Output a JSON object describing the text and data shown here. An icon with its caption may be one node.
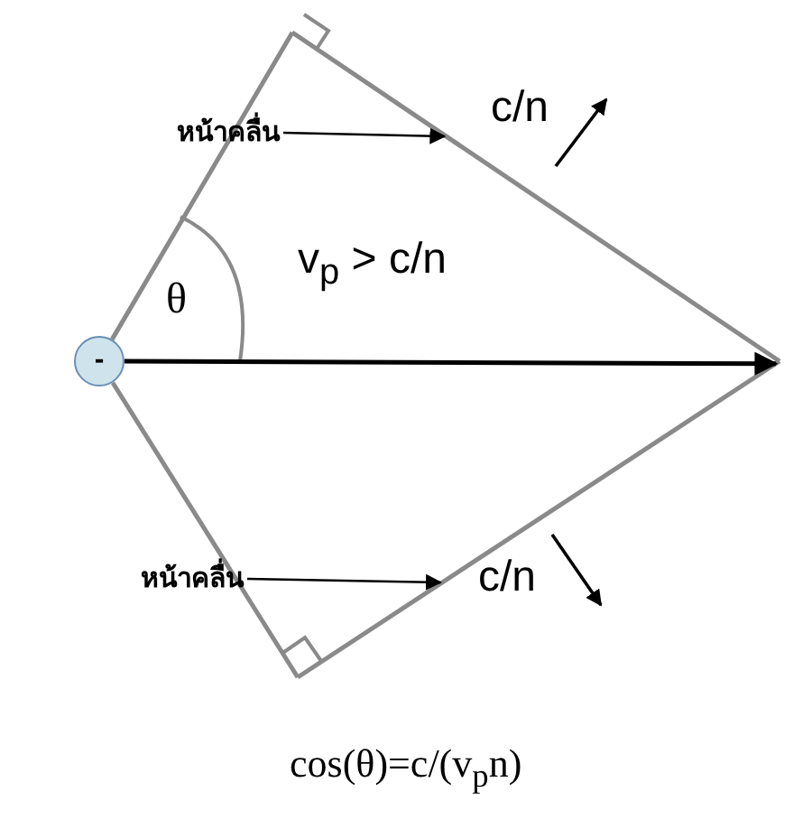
{
  "diagram": {
    "caption": "cos(θ)=c/(v$_{p}$n)",
    "nodes": [
      {
        "text": [
          "-"
        ]
      },
      {
        "text": [
          "หน้าคลื่น"
        ]
      },
      {
        "text": [],
        "shape": "line"
      },
      {
        "text": [
          "หน้าคลื่น"
        ]
      },
      {
        "text": [],
        "shape": "line"
      }
    ],
    "edges": [
      {
        "from": 0,
        "to": 4,
        "arrow": "to",
        "label": "v$_{p}$ > c/n"
      },
      {
        "from": 0,
        "to": 2,
        "arrow": "none",
        "color": "#8a8a8a"
      },
      {
        "from": 0,
        "to": 4,
        "arrow": "none",
        "color": "#8a8a8a"
      },
      {
        "from": 1,
        "to": 2,
        "arrow": "to"
      },
      {
        "from": 3,
        "to": 4,
        "arrow": "to"
      }
    ],
    "labels": [
      "c/n",
      "θ",
      "c/n"
    ]
  }
}
